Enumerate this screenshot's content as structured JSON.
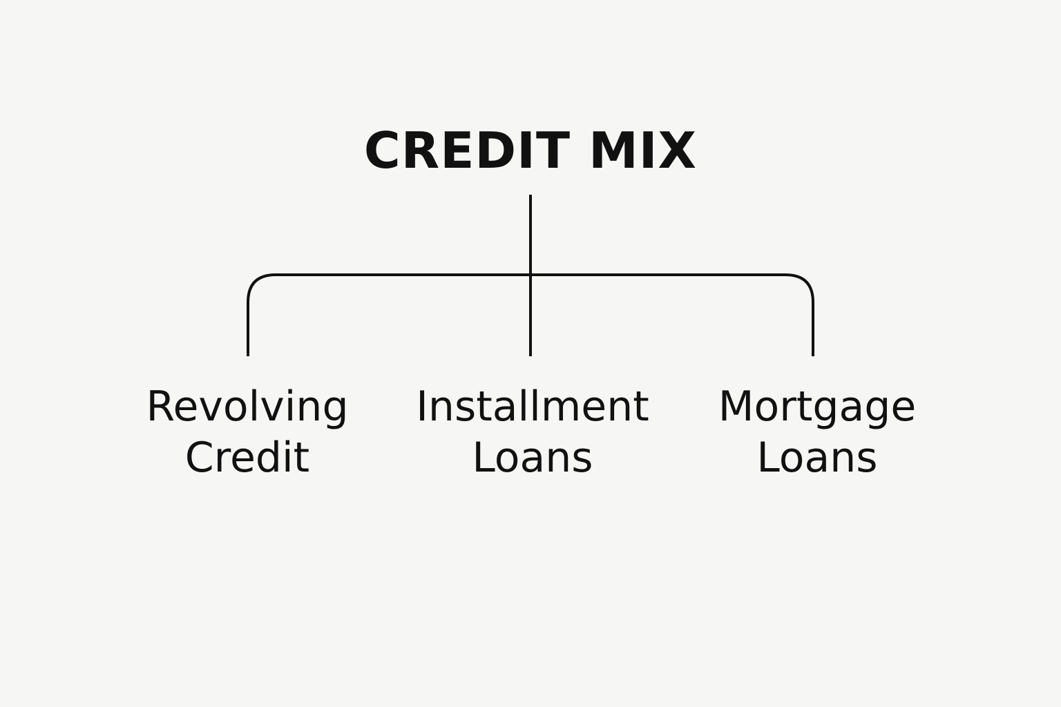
{
  "title": "CREDIT MIX",
  "colors": {
    "background": "#f6f6f5",
    "line": "#111111",
    "text": "#111111"
  },
  "children": [
    {
      "line1": "Revolving",
      "line2": "Credit"
    },
    {
      "line1": "Installment",
      "line2": "Loans"
    },
    {
      "line1": "Mortgage",
      "line2": "Loans"
    }
  ]
}
